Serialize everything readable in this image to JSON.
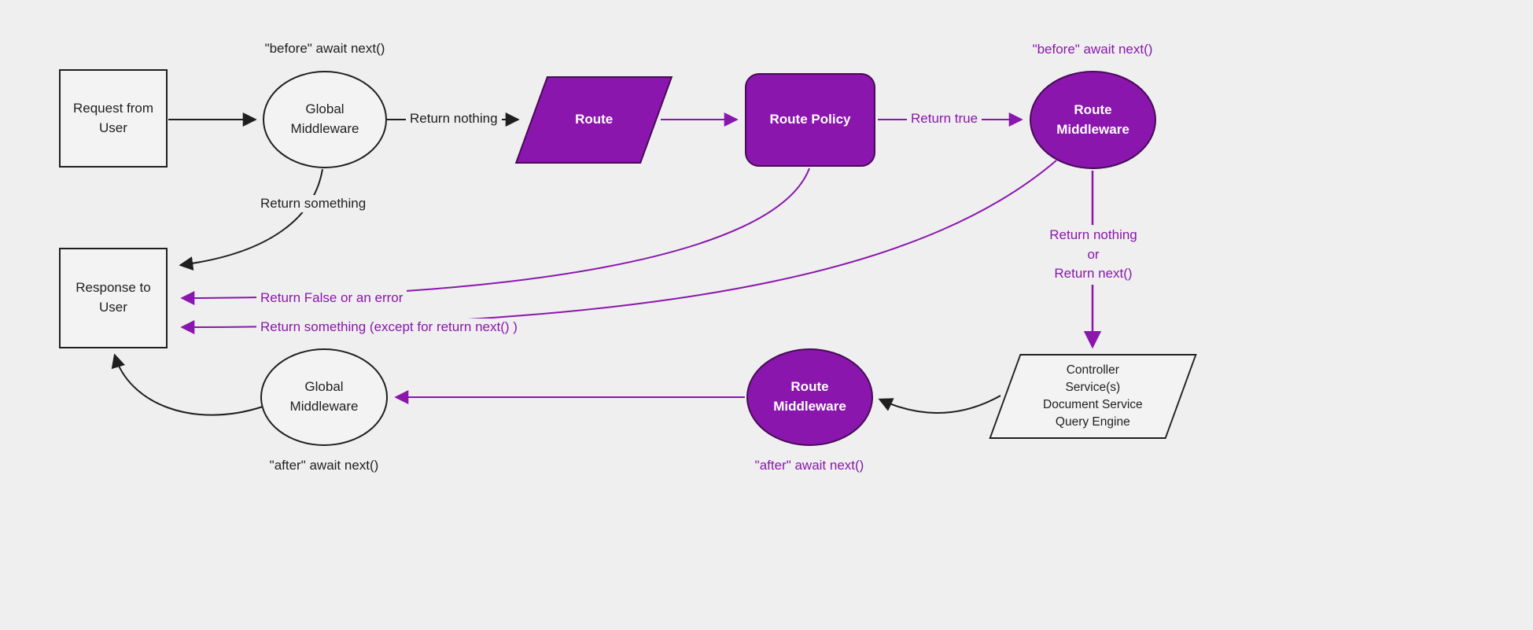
{
  "colors": {
    "background": "#efefef",
    "purple": "#8a16ad",
    "purple_border": "#470b56",
    "black": "#1f1f1f",
    "light_shape_fill": "#f3f3f3"
  },
  "nodes": {
    "request_from_user": {
      "lines": [
        "Request from",
        "User"
      ]
    },
    "global_middleware_top": {
      "lines": [
        "Global",
        "Middleware"
      ],
      "annotation": "\"before\" await next()"
    },
    "route": {
      "lines": [
        "Route"
      ]
    },
    "route_policy": {
      "lines": [
        "Route Policy"
      ]
    },
    "route_middleware_top": {
      "lines": [
        "Route",
        "Middleware"
      ],
      "annotation": "\"before\" await next()"
    },
    "controller_stack": {
      "lines": [
        "Controller",
        "Service(s)",
        "Document Service",
        "Query Engine"
      ]
    },
    "route_middleware_bottom": {
      "lines": [
        "Route",
        "Middleware"
      ],
      "annotation": "\"after\" await next()"
    },
    "global_middleware_bottom": {
      "lines": [
        "Global",
        "Middleware"
      ],
      "annotation": "\"after\" await next()"
    },
    "response_to_user": {
      "lines": [
        "Response to",
        "User"
      ]
    }
  },
  "edge_labels": {
    "return_nothing": "Return nothing",
    "return_true": "Return true",
    "return_something": "Return something",
    "return_nothing_or_next": [
      "Return nothing",
      "or",
      "Return next()"
    ],
    "return_false_or_error": "Return False or an error",
    "return_something_except": "Return something (except for return next() )"
  }
}
